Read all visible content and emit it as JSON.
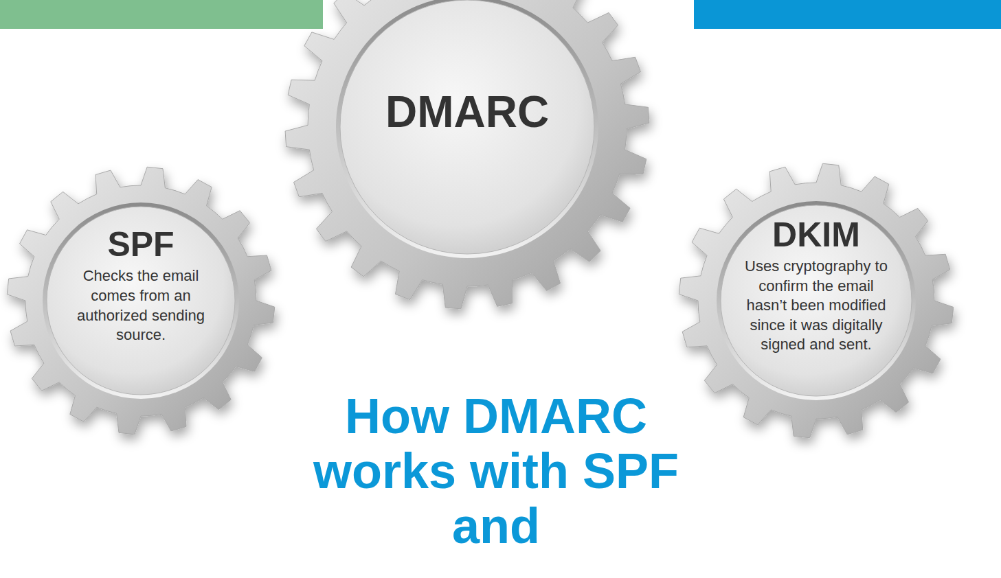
{
  "diagram": {
    "title": "How DMARC works with SPF and",
    "nodes": [
      {
        "text": [
          "DMARC"
        ]
      },
      {
        "text": [
          "SPF",
          "Checks the email comes from an authorized sending source."
        ]
      },
      {
        "text": [
          "DKIM",
          "Uses cryptography to confirm the email hasn’t been modified since it was digitally signed and sent."
        ]
      }
    ]
  }
}
